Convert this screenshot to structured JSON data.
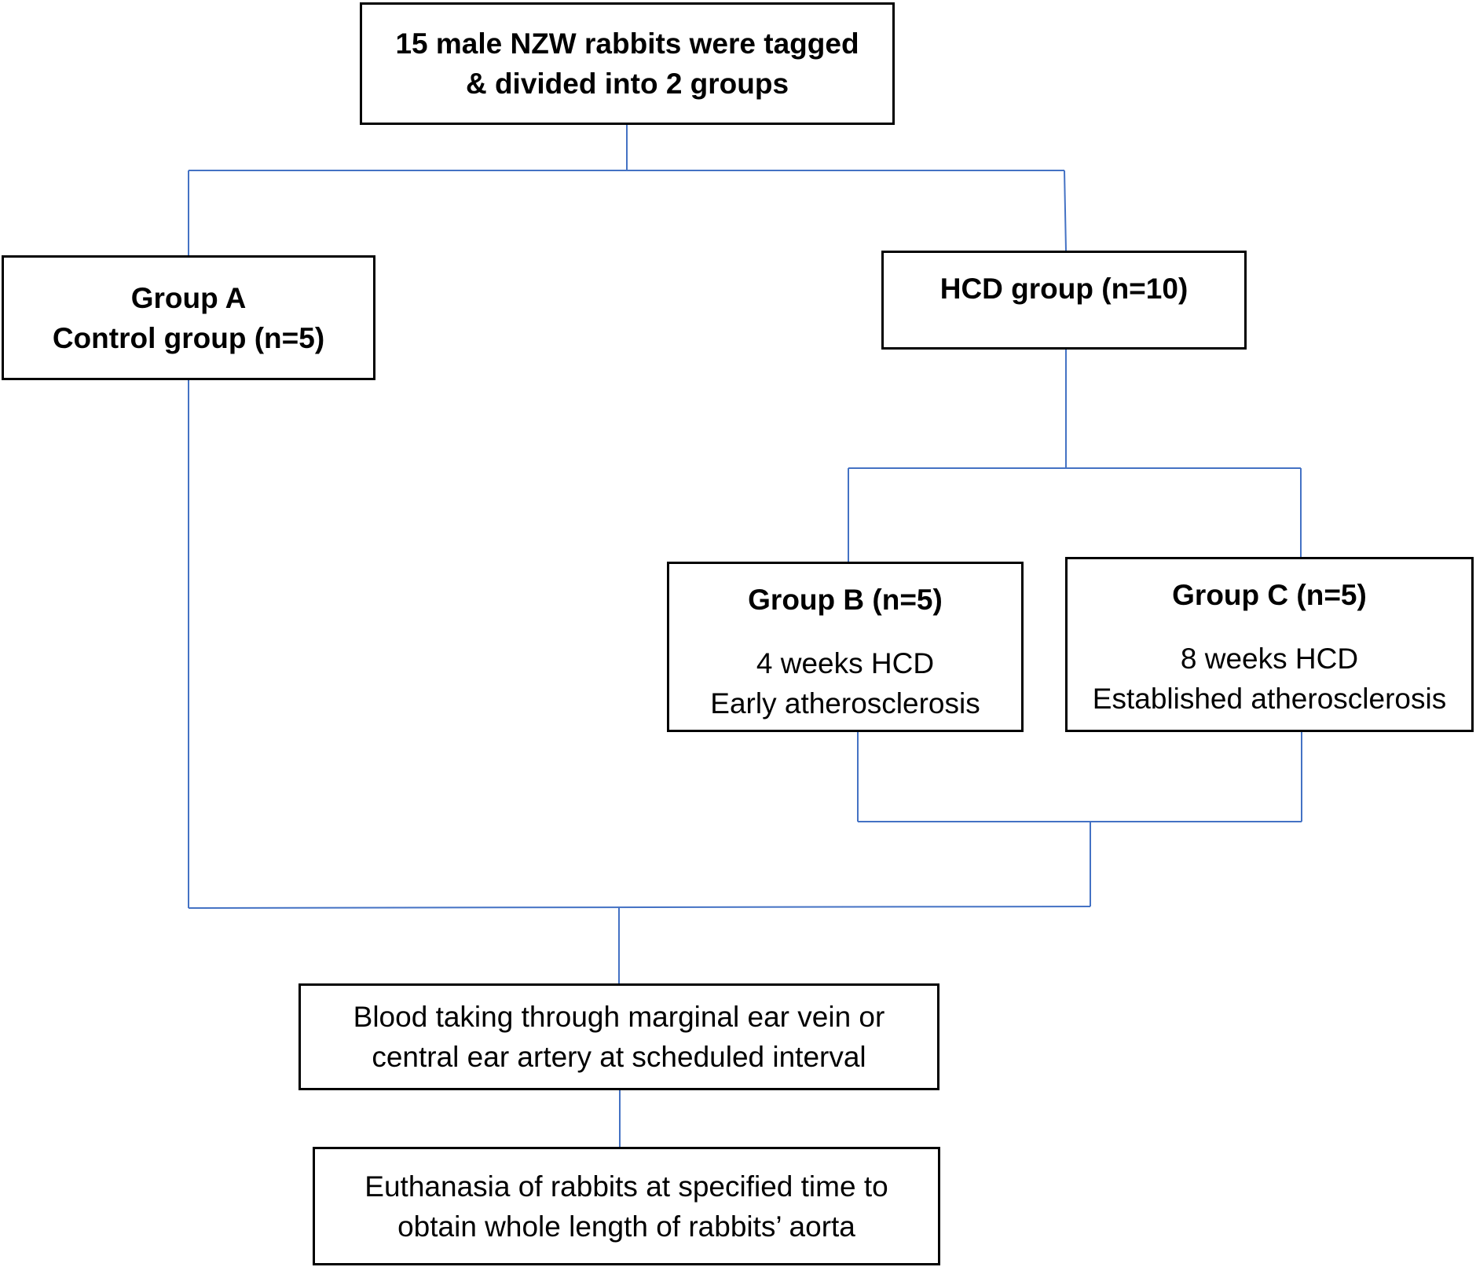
{
  "colors": {
    "connector": "#4472C4",
    "box_border": "#000000",
    "text": "#000000",
    "background": "#ffffff"
  },
  "start": {
    "line1": "15 male NZW rabbits were tagged",
    "line2": "& divided into 2 groups"
  },
  "group_a": {
    "line1": "Group A",
    "line2": "Control group (n=5)"
  },
  "hcd_group": {
    "title": "HCD group (n=10)"
  },
  "group_b": {
    "title": "Group B (n=5)",
    "duration": "4 weeks HCD",
    "stage": "Early atherosclerosis"
  },
  "group_c": {
    "title": "Group C (n=5)",
    "duration": "8 weeks HCD",
    "stage": "Established atherosclerosis"
  },
  "blood": {
    "line1": "Blood taking through marginal ear vein or",
    "line2": "central ear artery at scheduled interval"
  },
  "euthanasia": {
    "line1": "Euthanasia of rabbits at specified time to",
    "line2": "obtain whole length of rabbits’ aorta"
  }
}
